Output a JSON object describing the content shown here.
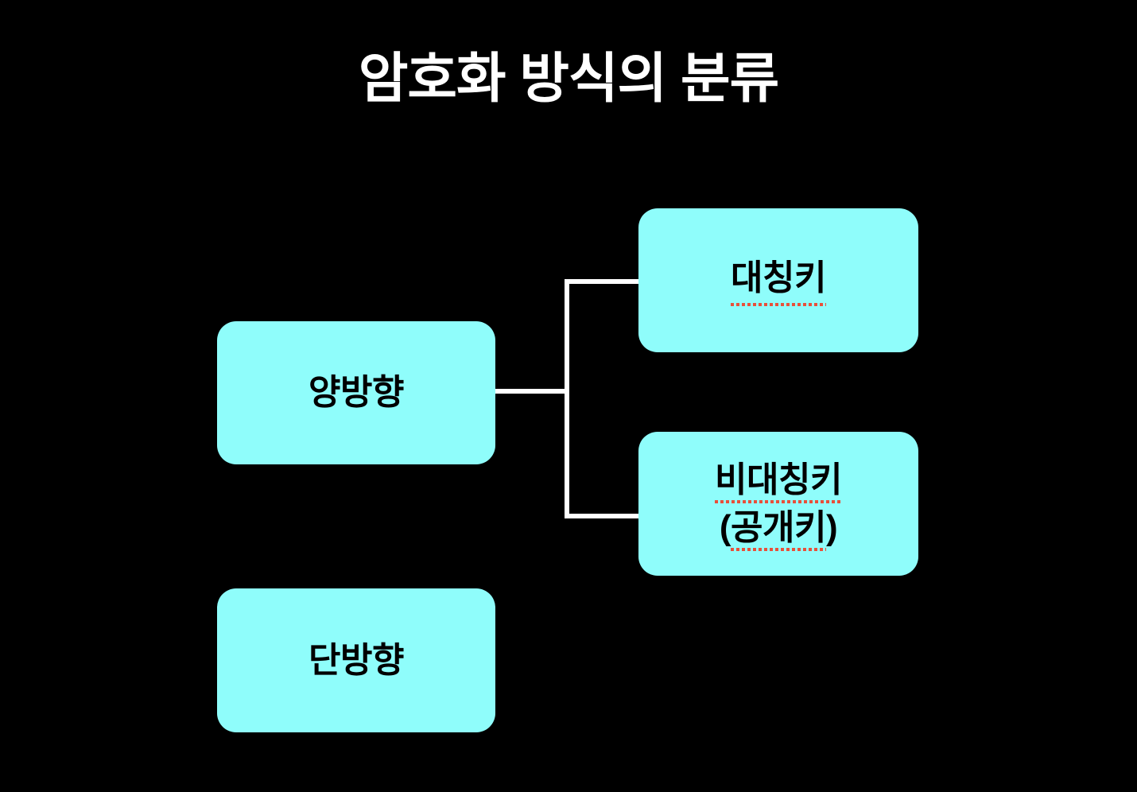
{
  "title": {
    "text": "암호화 방식의 분류"
  },
  "colors": {
    "background": "#000000",
    "title_text": "#FFFFFF",
    "node_fill": "#8FFDFB",
    "node_text": "#000000",
    "connector": "#FFFFFF",
    "misspell_underline": "#E8503A"
  },
  "diagram": {
    "nodes": {
      "parent": {
        "label": "양방향",
        "misspelled": false
      },
      "child_top": {
        "label": "대칭키",
        "misspelled": true
      },
      "child_bottom": {
        "line1": "비대칭키",
        "line1_misspelled": true,
        "line2_prefix": "(",
        "line2_text": "공개키",
        "line2_suffix": ")",
        "line2_misspelled": true
      },
      "standalone": {
        "label": "단방향",
        "misspelled": false
      }
    },
    "edges": [
      {
        "from": "양방향",
        "to": "대칭키",
        "shape": "elbow"
      },
      {
        "from": "양방향",
        "to": "비대칭키 (공개키)",
        "shape": "elbow"
      }
    ]
  }
}
